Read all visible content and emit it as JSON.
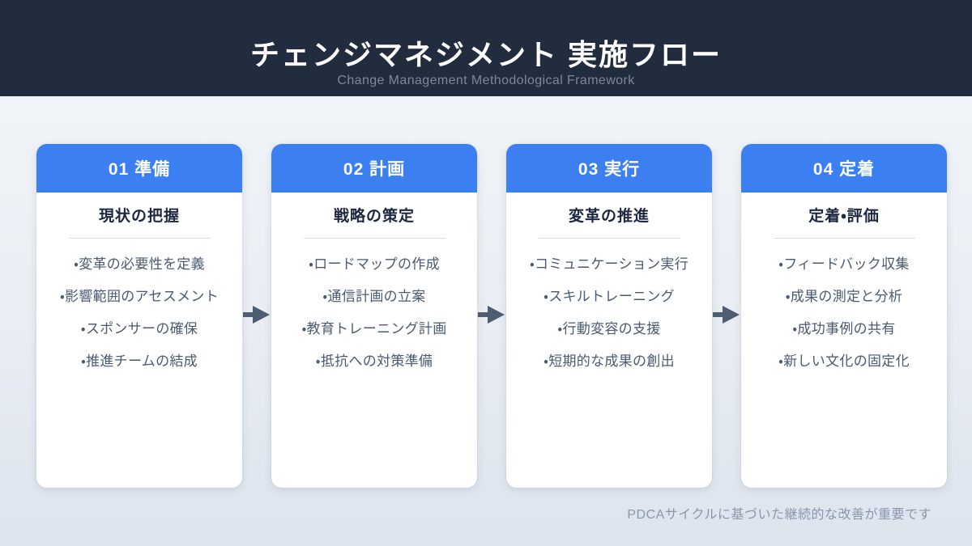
{
  "slide": {
    "title": "チェンジマネジメント 実施フロー",
    "subtitle": "Change Management Methodological Framework",
    "footer_note": "PDCAサイクルに基づいた継続的な改善が重要です"
  },
  "steps": [
    {
      "label": "01 準備",
      "subtitle": "現状の把握",
      "items": [
        "・変革の必要性を定義",
        "・影響範囲のアセスメント",
        "・スポンサーの確保",
        "・推進チームの結成"
      ]
    },
    {
      "label": "02 計画",
      "subtitle": "戦略の策定",
      "items": [
        "・ロードマップの作成",
        "・通信計画の立案",
        "・教育トレーニング計画",
        "・抵抗への対策準備"
      ]
    },
    {
      "label": "03 実行",
      "subtitle": "変革の推進",
      "items": [
        "・コミュニケーション実行",
        "・スキルトレーニング",
        "・行動変容の支援",
        "・短期的な成果の創出"
      ]
    },
    {
      "label": "04 定着",
      "subtitle": "定着・評価",
      "items": [
        "・フィードバック収集",
        "・成果の測定と分析",
        "・成功事例の共有",
        "・新しい文化の固定化"
      ]
    }
  ],
  "colors": {
    "header_bg": "#212c3e",
    "accent_blue": "#3c7ff0",
    "card_bg": "#ffffff",
    "heading_text": "#1d2840",
    "item_text": "#4b5a70",
    "arrow": "#4e5d71",
    "muted_text": "#8a97ab",
    "page_bg_top": "#f3f6fa",
    "page_bg_bottom": "#dde4ee"
  }
}
